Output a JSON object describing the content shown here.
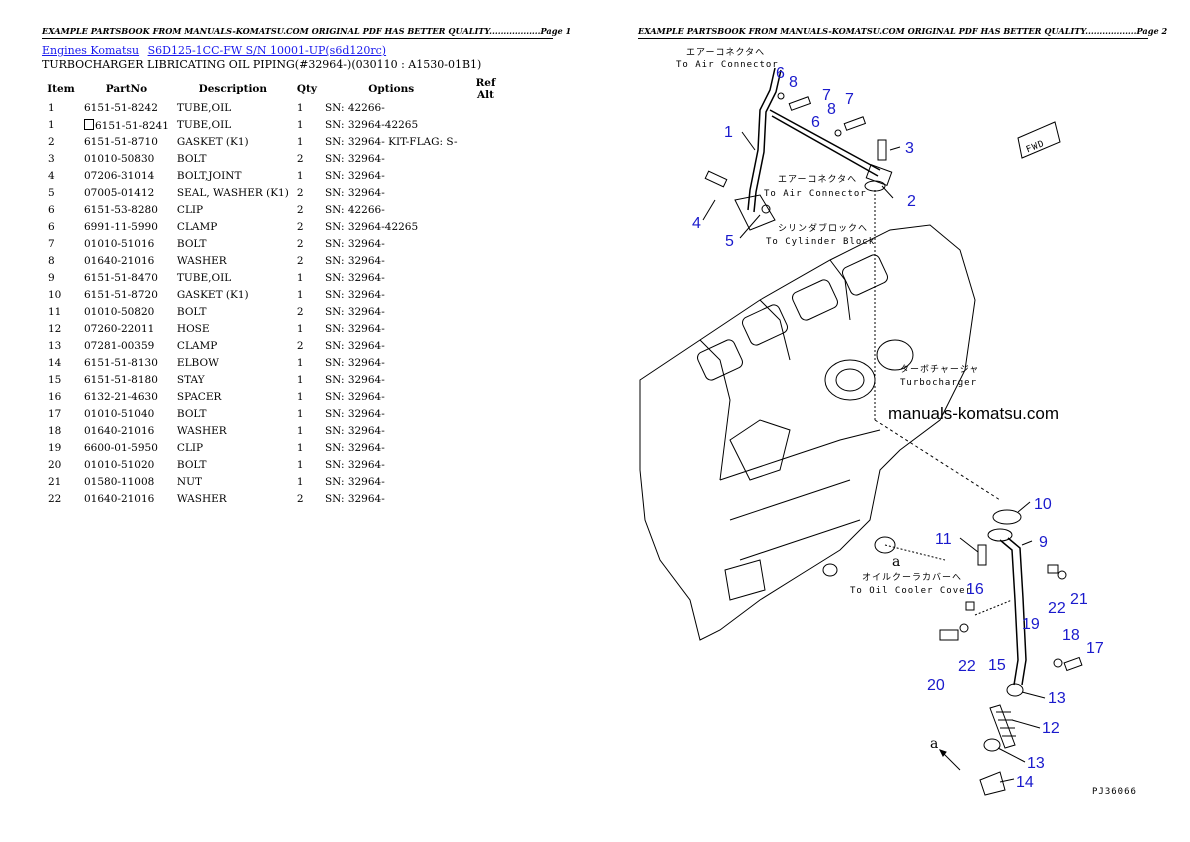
{
  "header": {
    "left": "EXAMPLE PARTSBOOK FROM MANUALS-KOMATSU.COM ORIGINAL PDF HAS BETTER QUALITY..................Page 1",
    "right": "EXAMPLE PARTSBOOK FROM MANUALS-KOMATSU.COM ORIGINAL PDF HAS BETTER QUALITY..................Page 2"
  },
  "breadcrumb": {
    "link1": "Engines Komatsu",
    "link2": "S6D125-1CC-FW S/N 10001-UP(s6d120rc)"
  },
  "subtitle": "TURBOCHARGER LIBRICATING OIL PIPING(#32964-)(030110 : A1530-01B1)",
  "table": {
    "headers": [
      "Item",
      "PartNo",
      "Description",
      "Qty",
      "Options",
      "Ref Alt"
    ],
    "rows": [
      {
        "item": "1",
        "partno": "6151-51-8242",
        "desc": "TUBE,OIL",
        "qty": "1",
        "opt": "SN: 42266-"
      },
      {
        "item": "1",
        "partno": "6151-51-8241",
        "desc": "TUBE,OIL",
        "qty": "1",
        "opt": "SN: 32964-42265",
        "boxed": true
      },
      {
        "item": "2",
        "partno": "6151-51-8710",
        "desc": "GASKET (K1)",
        "qty": "1",
        "opt": "SN: 32964-\nKIT-FLAG: S-"
      },
      {
        "item": "3",
        "partno": "01010-50830",
        "desc": "BOLT",
        "qty": "2",
        "opt": "SN: 32964-"
      },
      {
        "item": "4",
        "partno": "07206-31014",
        "desc": "BOLT,JOINT",
        "qty": "1",
        "opt": "SN: 32964-"
      },
      {
        "item": "5",
        "partno": "07005-01412",
        "desc": "SEAL, WASHER (K1)",
        "qty": "2",
        "opt": "SN: 32964-"
      },
      {
        "item": "6",
        "partno": "6151-53-8280",
        "desc": "CLIP",
        "qty": "2",
        "opt": "SN: 42266-"
      },
      {
        "item": "6",
        "partno": "6991-11-5990",
        "desc": "CLAMP",
        "qty": "2",
        "opt": "SN: 32964-42265"
      },
      {
        "item": "7",
        "partno": "01010-51016",
        "desc": "BOLT",
        "qty": "2",
        "opt": "SN: 32964-"
      },
      {
        "item": "8",
        "partno": "01640-21016",
        "desc": "WASHER",
        "qty": "2",
        "opt": "SN: 32964-"
      },
      {
        "item": "9",
        "partno": "6151-51-8470",
        "desc": "TUBE,OIL",
        "qty": "1",
        "opt": "SN: 32964-"
      },
      {
        "item": "10",
        "partno": "6151-51-8720",
        "desc": "GASKET (K1)",
        "qty": "1",
        "opt": "SN: 32964-"
      },
      {
        "item": "11",
        "partno": "01010-50820",
        "desc": "BOLT",
        "qty": "2",
        "opt": "SN: 32964-"
      },
      {
        "item": "12",
        "partno": "07260-22011",
        "desc": "HOSE",
        "qty": "1",
        "opt": "SN: 32964-"
      },
      {
        "item": "13",
        "partno": "07281-00359",
        "desc": "CLAMP",
        "qty": "2",
        "opt": "SN: 32964-"
      },
      {
        "item": "14",
        "partno": "6151-51-8130",
        "desc": "ELBOW",
        "qty": "1",
        "opt": "SN: 32964-"
      },
      {
        "item": "15",
        "partno": "6151-51-8180",
        "desc": "STAY",
        "qty": "1",
        "opt": "SN: 32964-"
      },
      {
        "item": "16",
        "partno": "6132-21-4630",
        "desc": "SPACER",
        "qty": "1",
        "opt": "SN: 32964-"
      },
      {
        "item": "17",
        "partno": "01010-51040",
        "desc": "BOLT",
        "qty": "1",
        "opt": "SN: 32964-"
      },
      {
        "item": "18",
        "partno": "01640-21016",
        "desc": "WASHER",
        "qty": "1",
        "opt": "SN: 32964-"
      },
      {
        "item": "19",
        "partno": "6600-01-5950",
        "desc": "CLIP",
        "qty": "1",
        "opt": "SN: 32964-"
      },
      {
        "item": "20",
        "partno": "01010-51020",
        "desc": "BOLT",
        "qty": "1",
        "opt": "SN: 32964-"
      },
      {
        "item": "21",
        "partno": "01580-11008",
        "desc": "NUT",
        "qty": "1",
        "opt": "SN: 32964-"
      },
      {
        "item": "22",
        "partno": "01640-21016",
        "desc": "WASHER",
        "qty": "2",
        "opt": "SN: 32964-"
      }
    ]
  },
  "diagram": {
    "jp_air_top": "エアーコネクタへ",
    "en_air_top": "To Air Connector",
    "jp_air_mid": "エアーコネクタへ",
    "en_air_mid": "To Air Connector",
    "jp_cyl": "シリンダブロックへ",
    "en_cyl": "To Cylinder Block",
    "jp_turbo": "ターボチャージャ",
    "en_turbo": "Turbocharger",
    "jp_oil": "オイルクーラカバーへ",
    "en_oil": "To Oil Cooler Cover",
    "fwd": "FWD",
    "watermark": "manuals-komatsu.com",
    "drawing_code": "PJ36066",
    "letter_a": "a",
    "labels": [
      "6",
      "8",
      "7",
      "1",
      "8",
      "6",
      "7",
      "3",
      "2",
      "4",
      "5",
      "10",
      "11",
      "9",
      "16",
      "22",
      "21",
      "18",
      "17",
      "19",
      "20",
      "22",
      "15",
      "13",
      "12",
      "13",
      "14"
    ]
  },
  "colors": {
    "link": "#1a1aee",
    "callout": "#1a1acc"
  }
}
